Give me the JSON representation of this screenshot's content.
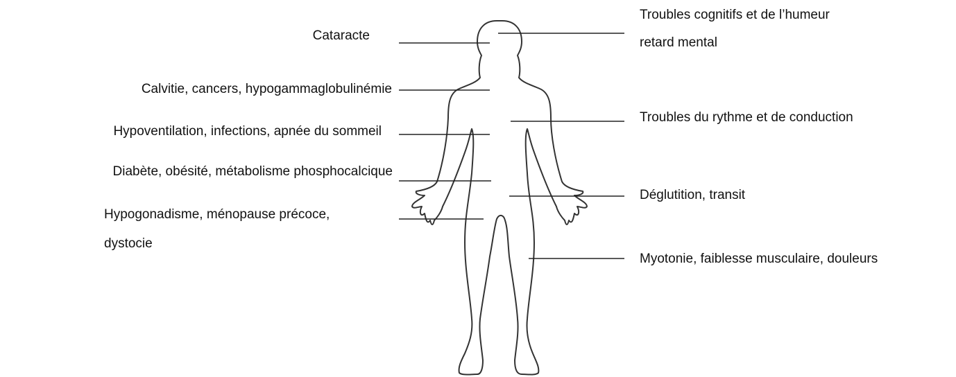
{
  "labels_left": [
    {
      "id": "cataracte",
      "text": "Cataracte"
    },
    {
      "id": "calvitie",
      "text": "Calvitie, cancers, hypogammaglobulinémie"
    },
    {
      "id": "hypoventilation",
      "text": "Hypoventilation, infections, apnée du sommeil"
    },
    {
      "id": "diabete",
      "text": "Diabète, obésité,  métabolisme phosphocalcique"
    },
    {
      "id": "hypogonadisme",
      "text_lines": [
        "Hypogonadisme, ménopause précoce,",
        "dystocie"
      ]
    }
  ],
  "labels_right": [
    {
      "id": "troubles-cognitifs",
      "text_lines": [
        "Troubles cognitifs et de l’humeur",
        "retard mental"
      ]
    },
    {
      "id": "troubles-rythme",
      "text": "Troubles du rythme et de conduction"
    },
    {
      "id": "deglutition",
      "text": "Déglutition, transit"
    },
    {
      "id": "myotonie",
      "text": "Myotonie, faiblesse musculaire, douleurs"
    }
  ],
  "colors": {
    "outline": "#333333",
    "leader_line": "#222222",
    "text": "#111111",
    "background": "#ffffff"
  }
}
